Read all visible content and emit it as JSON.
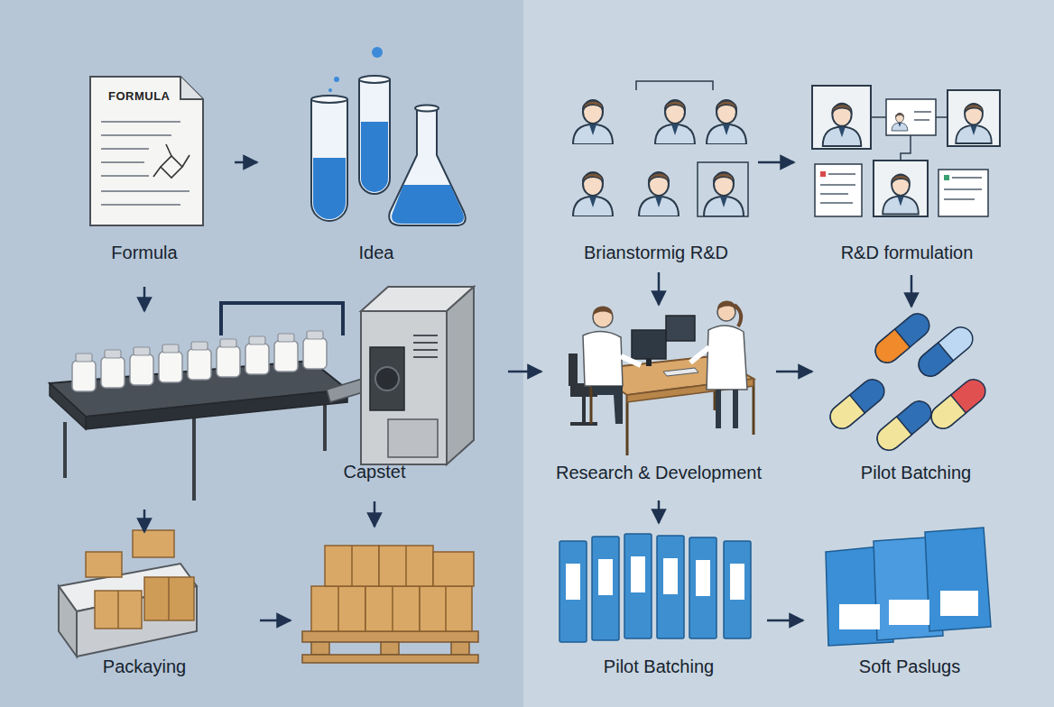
{
  "diagram": {
    "nodes": [
      {
        "text": [
          "Formula"
        ]
      },
      {
        "text": [
          "Idea"
        ]
      },
      {
        "text": [
          "Brianstormig R&D"
        ]
      },
      {
        "text": [
          "R&D formulation"
        ]
      },
      {
        "text": [
          "Capstet"
        ]
      },
      {
        "text": [
          "Research & Development"
        ]
      },
      {
        "text": [
          "Pilot Batching"
        ]
      },
      {
        "text": [
          "Packaying"
        ]
      },
      {
        "text": [
          "Pilot Batching"
        ]
      },
      {
        "text": [
          "Soft Paslugs"
        ]
      }
    ],
    "edges": [
      {
        "from": 0,
        "to": 1,
        "arrow": "to"
      },
      {
        "from": 0,
        "to": 4,
        "arrow": "to"
      },
      {
        "from": 2,
        "to": 3,
        "arrow": "to"
      },
      {
        "from": 2,
        "to": 5,
        "arrow": "to"
      },
      {
        "from": 3,
        "to": 6,
        "arrow": "to"
      },
      {
        "from": 4,
        "to": 5,
        "arrow": "to"
      },
      {
        "from": 5,
        "to": 6,
        "arrow": "to"
      },
      {
        "from": 4,
        "to": 7,
        "arrow": "to"
      },
      {
        "from": 5,
        "to": 8,
        "arrow": "to"
      },
      {
        "from": 8,
        "to": 9,
        "arrow": "to"
      }
    ],
    "labels": [
      "FORMULA"
    ]
  }
}
